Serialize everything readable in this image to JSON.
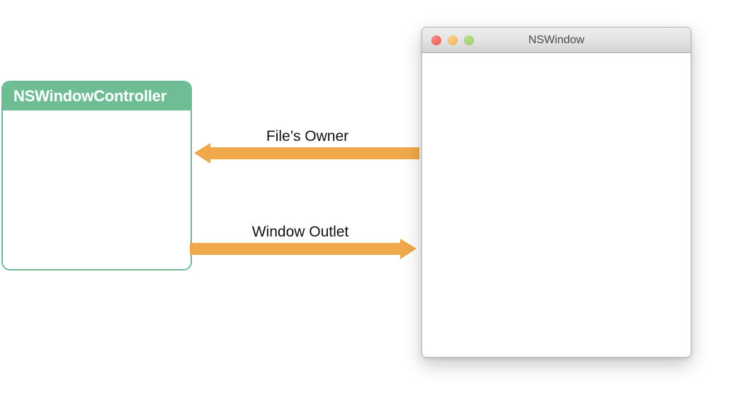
{
  "diagram": {
    "title_hidden": "",
    "controller": {
      "title": "NSWindowController",
      "header_color": "#6fbd95",
      "border_color": "#6ab894",
      "body_color": "#ffffff"
    },
    "window": {
      "title": "NSWindow",
      "titlebar_color": "#e4e4e4",
      "content_color": "#ffffff",
      "traffic_lights": [
        {
          "name": "close",
          "color": "#e8564f"
        },
        {
          "name": "minimize",
          "color": "#f0ae4e"
        },
        {
          "name": "zoom",
          "color": "#99ca63"
        }
      ]
    },
    "arrows": [
      {
        "label": "File’s Owner",
        "direction": "left",
        "color": "#f0a94a",
        "from": "NSWindow",
        "to": "NSWindowController"
      },
      {
        "label": "Window Outlet",
        "direction": "right",
        "color": "#f0a94a",
        "from": "NSWindowController",
        "to": "NSWindow"
      }
    ]
  }
}
